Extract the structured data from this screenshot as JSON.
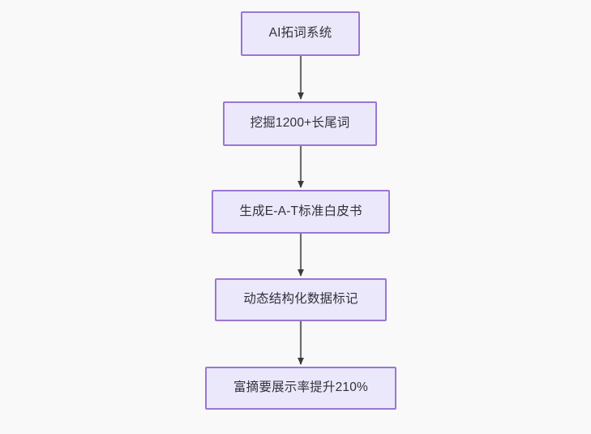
{
  "diagram": {
    "type": "flowchart",
    "orientation": "top-to-bottom",
    "background_color": "#f9f9f9",
    "node_fill_color": "#ece8fb",
    "node_border_color": "#9a76d4",
    "node_text_color": "#31313a",
    "edge_color": "#6e6e6e",
    "nodes": [
      {
        "id": "node-0",
        "label": "AI拓词系统"
      },
      {
        "id": "node-1",
        "label": "挖掘1200+长尾词"
      },
      {
        "id": "node-2",
        "label": "生成E-A-T标准白皮书"
      },
      {
        "id": "node-3",
        "label": "动态结构化数据标记"
      },
      {
        "id": "node-4",
        "label": "富摘要展示率提升210%"
      }
    ],
    "edges": [
      {
        "id": "edge-0",
        "from": "node-0",
        "to": "node-1",
        "arrow": "down"
      },
      {
        "id": "edge-1",
        "from": "node-1",
        "to": "node-2",
        "arrow": "down"
      },
      {
        "id": "edge-2",
        "from": "node-2",
        "to": "node-3",
        "arrow": "down"
      },
      {
        "id": "edge-3",
        "from": "node-3",
        "to": "node-4",
        "arrow": "down"
      }
    ]
  }
}
